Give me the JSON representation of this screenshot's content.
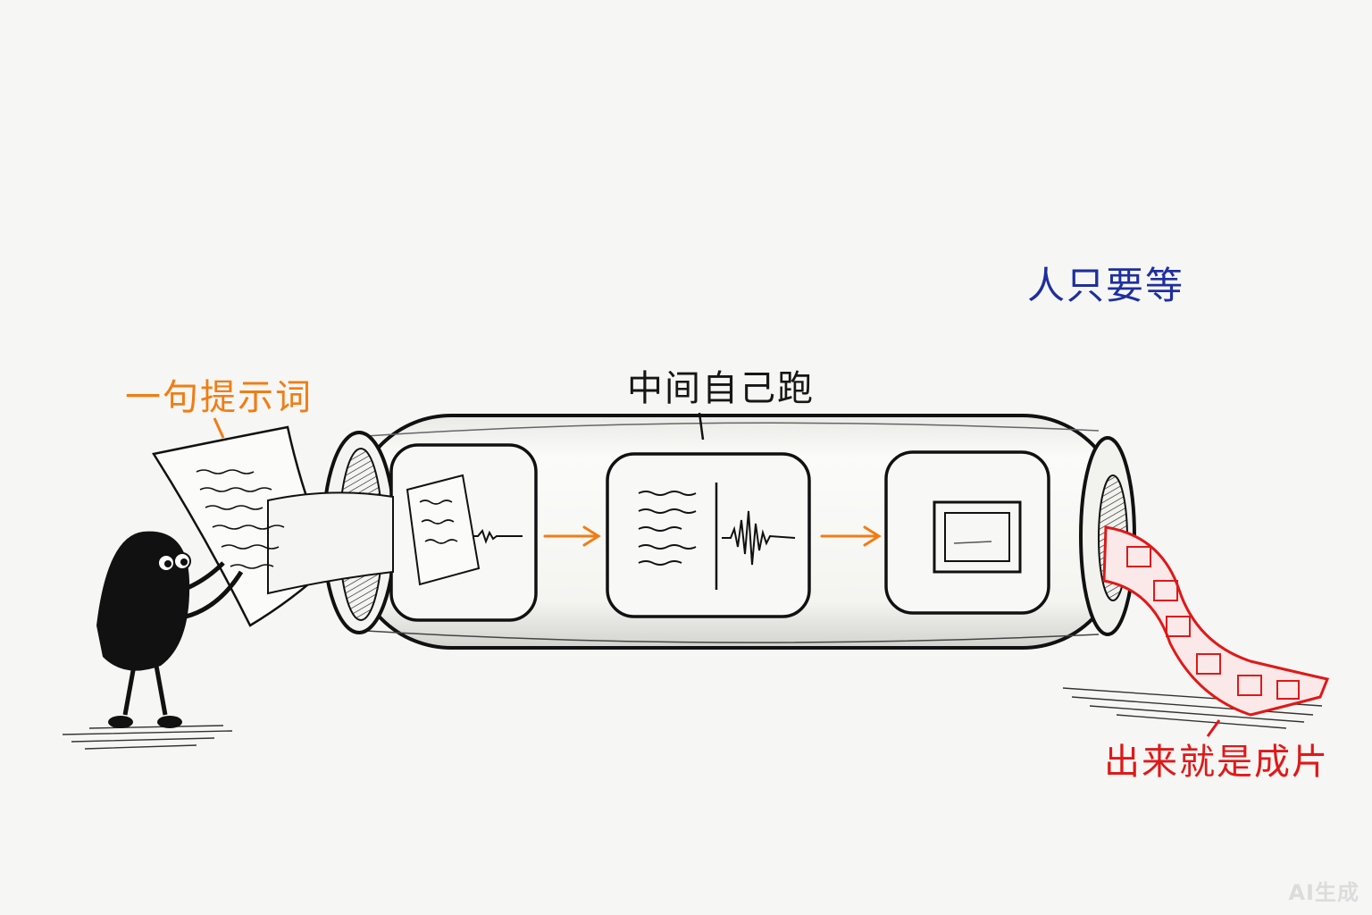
{
  "labels": {
    "prompt": "一句提示词",
    "middle": "中间自己跑",
    "wait": "人只要等",
    "output": "出来就是成片"
  },
  "colors": {
    "prompt_accent": "#f07d14",
    "middle_text": "#161616",
    "wait_text": "#1e2f9e",
    "output_accent": "#e01818",
    "arrow": "#f07d14",
    "film": "#e01818",
    "ink": "#111111"
  },
  "icons": [
    "creature-icon",
    "paper-sheet-icon",
    "waveform-icon",
    "text-lines-icon",
    "video-frame-icon",
    "film-strip-icon",
    "arrow-right-icon"
  ],
  "watermark": "AI生成"
}
